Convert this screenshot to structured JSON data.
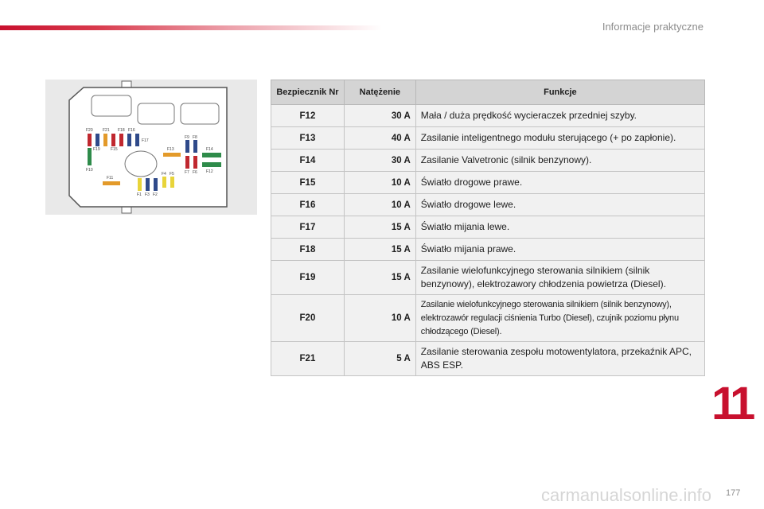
{
  "header": {
    "section_title": "Informacje praktyczne"
  },
  "diagram": {
    "fuse_labels": [
      "F20",
      "F21",
      "F18",
      "F16",
      "F19",
      "F15",
      "F17",
      "F13",
      "F9",
      "F8",
      "F14",
      "F10",
      "F7",
      "F6",
      "F12",
      "F11",
      "F4",
      "F5",
      "F1",
      "F3",
      "F2"
    ]
  },
  "table": {
    "headers": {
      "fuse": "Bezpiecznik Nr",
      "amperage": "Natężenie",
      "function": "Funkcje"
    },
    "rows": [
      {
        "fuse": "F12",
        "amperage": "30 A",
        "function": "Mała / duża prędkość wycieraczek przedniej szyby."
      },
      {
        "fuse": "F13",
        "amperage": "40 A",
        "function": "Zasilanie inteligentnego modułu sterującego (+ po zapłonie)."
      },
      {
        "fuse": "F14",
        "amperage": "30 A",
        "function": "Zasilanie Valvetronic (silnik benzynowy)."
      },
      {
        "fuse": "F15",
        "amperage": "10 A",
        "function": "Światło drogowe prawe."
      },
      {
        "fuse": "F16",
        "amperage": "10 A",
        "function": "Światło drogowe lewe."
      },
      {
        "fuse": "F17",
        "amperage": "15 A",
        "function": "Światło mijania lewe."
      },
      {
        "fuse": "F18",
        "amperage": "15 A",
        "function": "Światło mijania prawe."
      },
      {
        "fuse": "F19",
        "amperage": "15 A",
        "function": "Zasilanie wielofunkcyjnego sterowania silnikiem (silnik benzynowy), elektrozawory chłodzenia powietrza (Diesel)."
      },
      {
        "fuse": "F20",
        "amperage": "10 A",
        "function": "Zasilanie wielofunkcyjnego sterowania silnikiem (silnik benzynowy), elektrozawór regulacji ciśnienia Turbo (Diesel), czujnik poziomu płynu chłodzącego (Diesel)."
      },
      {
        "fuse": "F21",
        "amperage": "5 A",
        "function": "Zasilanie sterowania zespołu motowentylatora, przekaźnik APC, ABS ESP."
      }
    ]
  },
  "chapter_number": "11",
  "page_number": "177",
  "watermark": "carmanualsonline.info",
  "colors": {
    "accent": "#c8102e",
    "fuse_red": "#c0282f",
    "fuse_blue": "#2f4a8a",
    "fuse_green": "#2e8b4a",
    "fuse_orange": "#e39a2a",
    "fuse_yellow": "#e8d43a"
  }
}
